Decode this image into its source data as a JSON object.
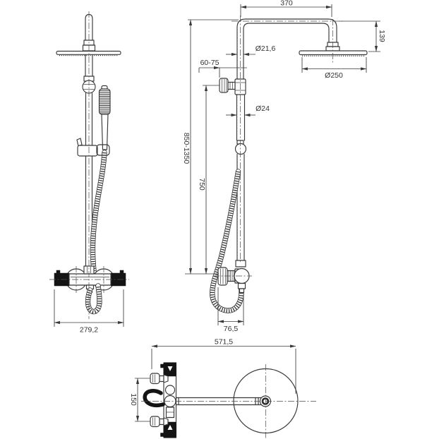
{
  "diagram": {
    "type": "dimensioned technical drawing",
    "subject": "shower column set with thermostatic mixer (front view, side view, top view)",
    "colors": {
      "line": "#383838",
      "black_fill": "#141414",
      "background": "#ffffff",
      "text": "#333333"
    },
    "front": {
      "labels": {
        "valve_width": "279,2"
      }
    },
    "side": {
      "labels": {
        "arm_length": "370",
        "head_drop": "139",
        "upper_pipe_diameter": "Ø21,6",
        "head_diameter": "Ø250",
        "wall_clearance": "60-75",
        "lower_pipe_diameter": "Ø24",
        "column_height": "850-1350",
        "hose_drop": "750",
        "valve_offset": "76,5"
      }
    },
    "top": {
      "labels": {
        "overall_depth": "571,5",
        "inlet_spacing": "150"
      }
    }
  }
}
